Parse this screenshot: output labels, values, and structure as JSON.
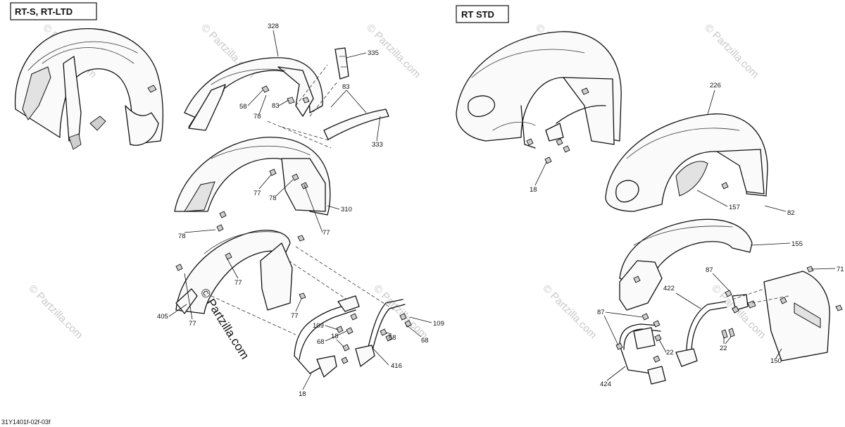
{
  "variants": {
    "left": "RT-S, RT-LTD",
    "right": "RT STD"
  },
  "callouts_left": {
    "c328": "328",
    "c335": "335",
    "c83a": "83",
    "c58a": "58",
    "c78a": "78",
    "c83b": "83",
    "c333": "333",
    "c77a": "77",
    "c78b": "78",
    "c310": "310",
    "c78c": "78",
    "c77b": "77",
    "c77c": "77",
    "c405": "405",
    "c77d": "77",
    "c77e": "77",
    "c109a": "109",
    "c18a": "18",
    "c68a": "68",
    "c58b": "58",
    "c68b": "68",
    "c109b": "109",
    "c416": "416",
    "c18b": "18"
  },
  "callouts_right": {
    "c226": "226",
    "c18": "18",
    "c157": "157",
    "c82": "82",
    "c155": "155",
    "c87a": "87",
    "c71": "71",
    "c422": "422",
    "c87b": "87",
    "c22a": "22",
    "c22b": "22",
    "c150": "150",
    "c424": "424"
  },
  "watermarks": {
    "text": "© Partzilla.com",
    "main": "© Partzilla.com"
  },
  "diagram_code": "31Y1401f-02f-03f"
}
